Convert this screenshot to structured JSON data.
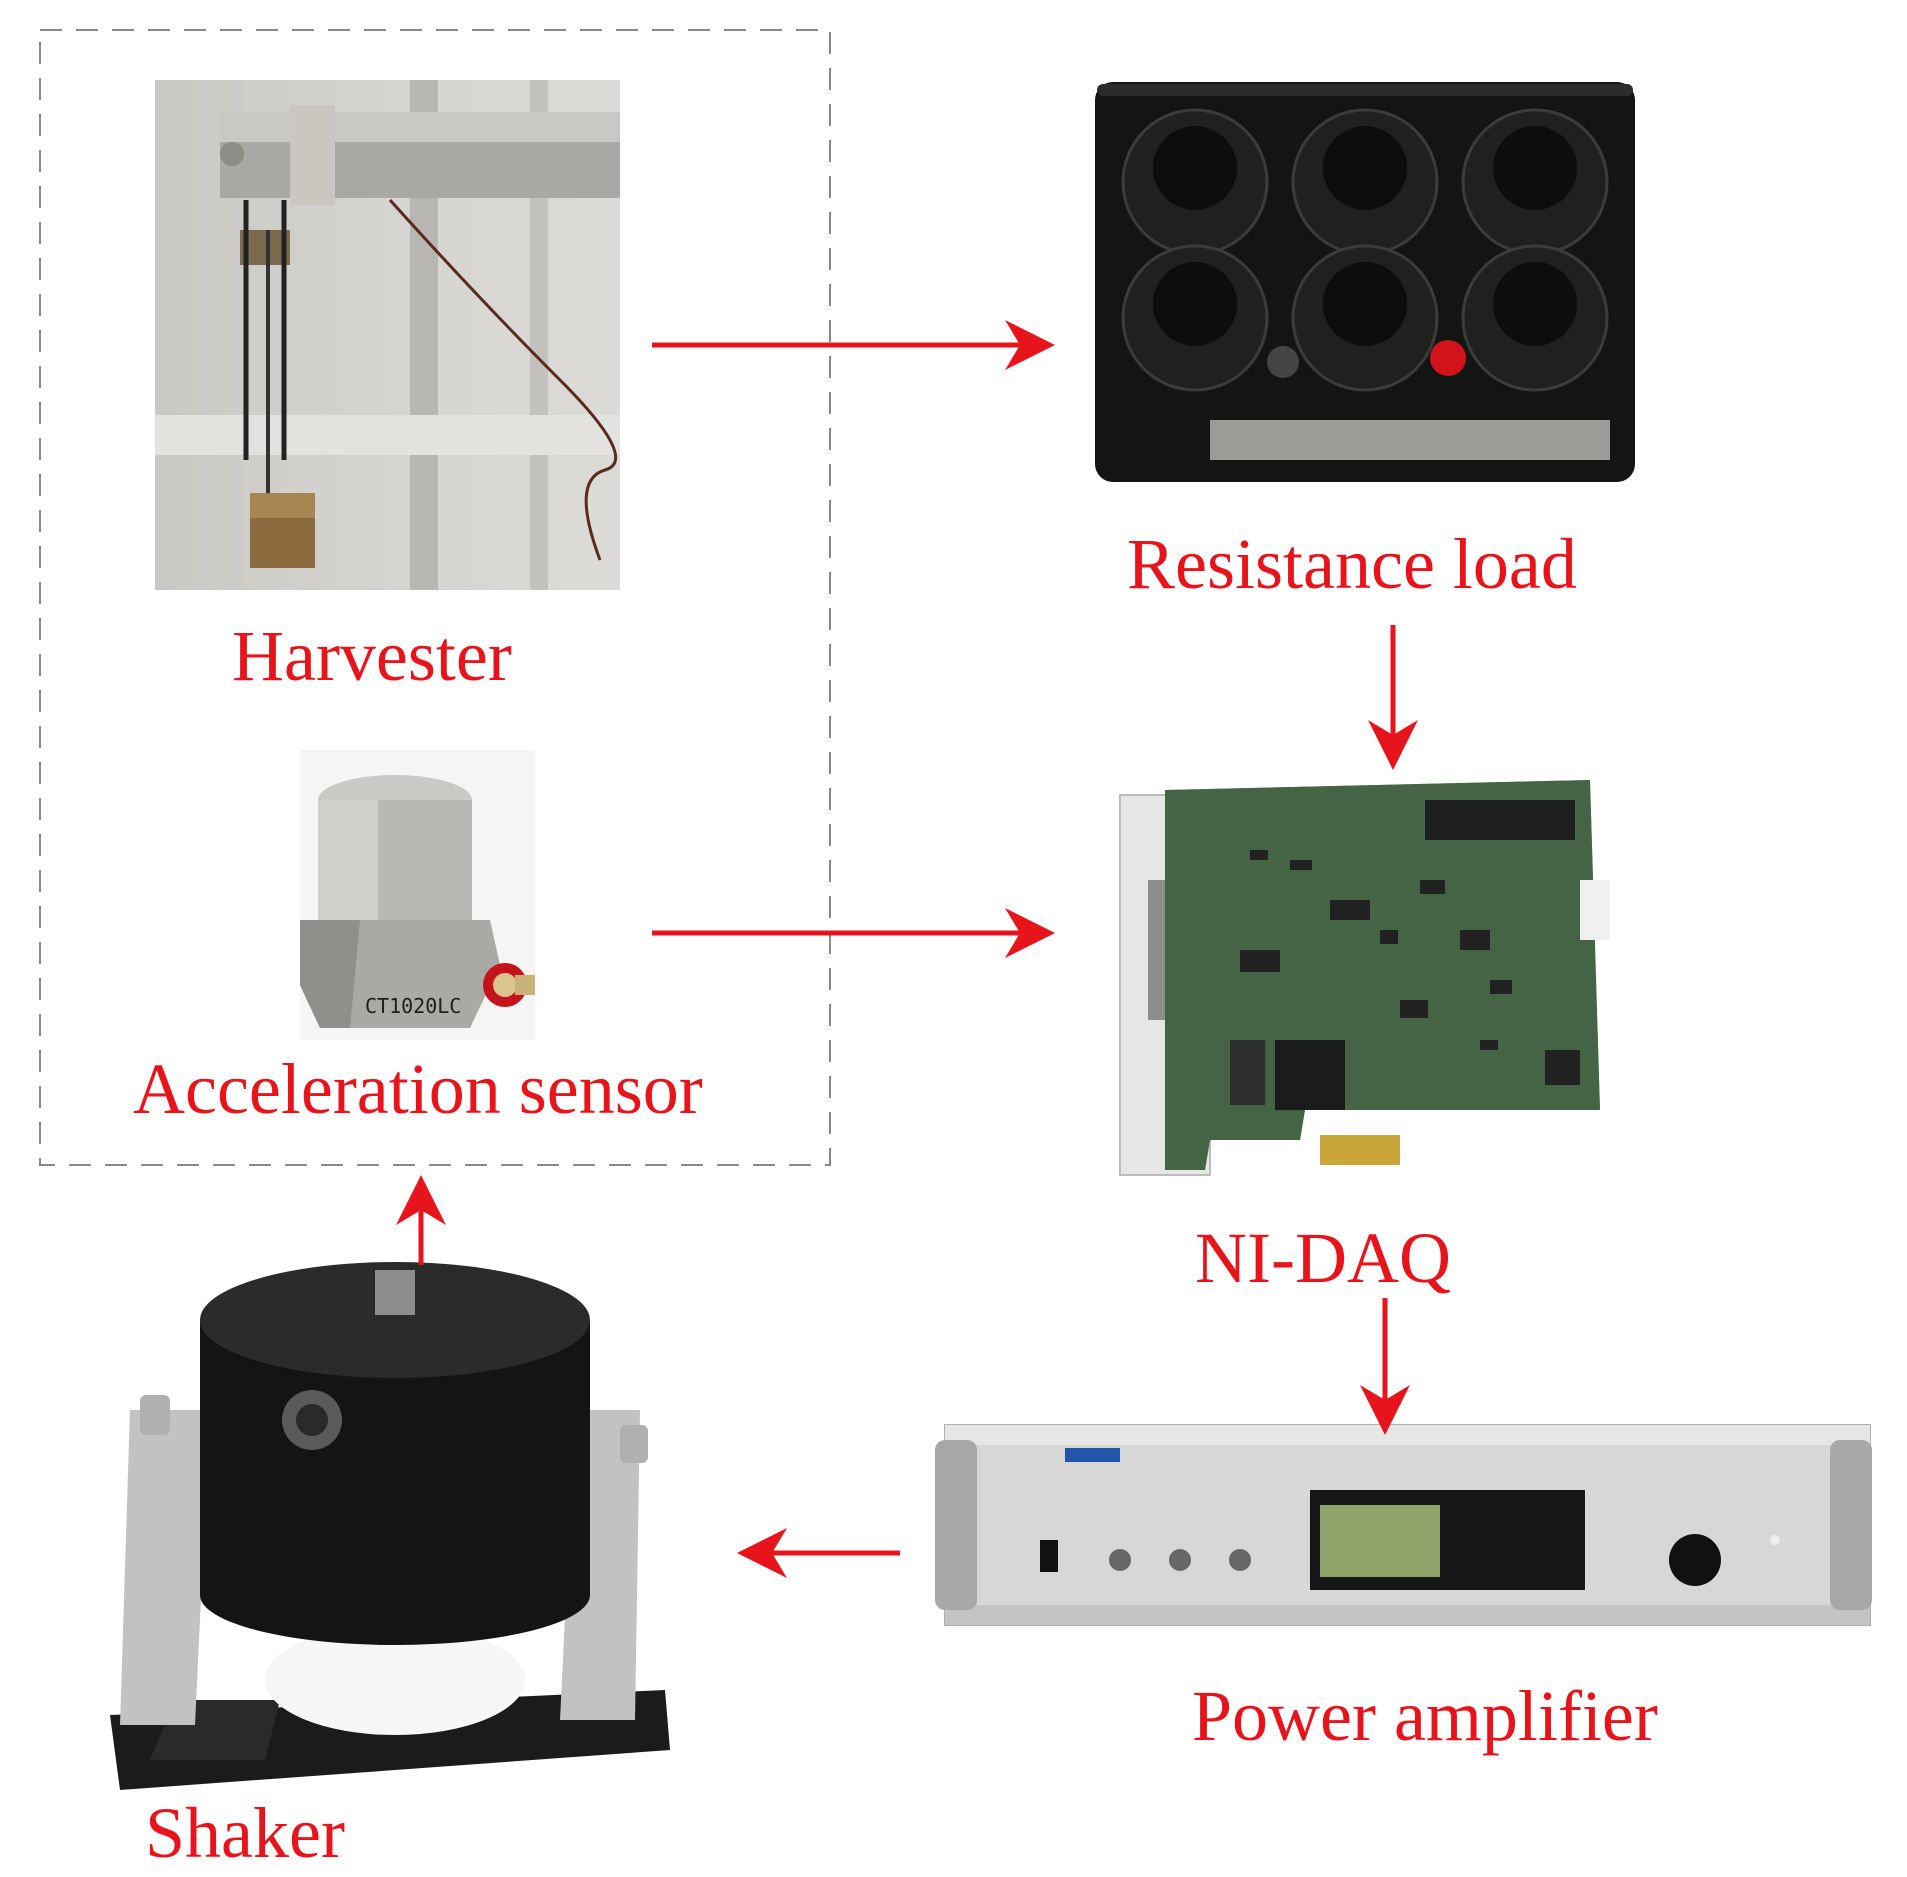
{
  "labels": {
    "harvester": "Harvester",
    "acceleration_sensor": "Acceleration sensor",
    "resistance_load": "Resistance load",
    "ni_daq": "NI-DAQ",
    "power_amplifier": "Power amplifier",
    "shaker": "Shaker"
  },
  "sensor_marking": "CT1020LC",
  "colors": {
    "accent": "#e8141c",
    "dash": "#888888"
  }
}
